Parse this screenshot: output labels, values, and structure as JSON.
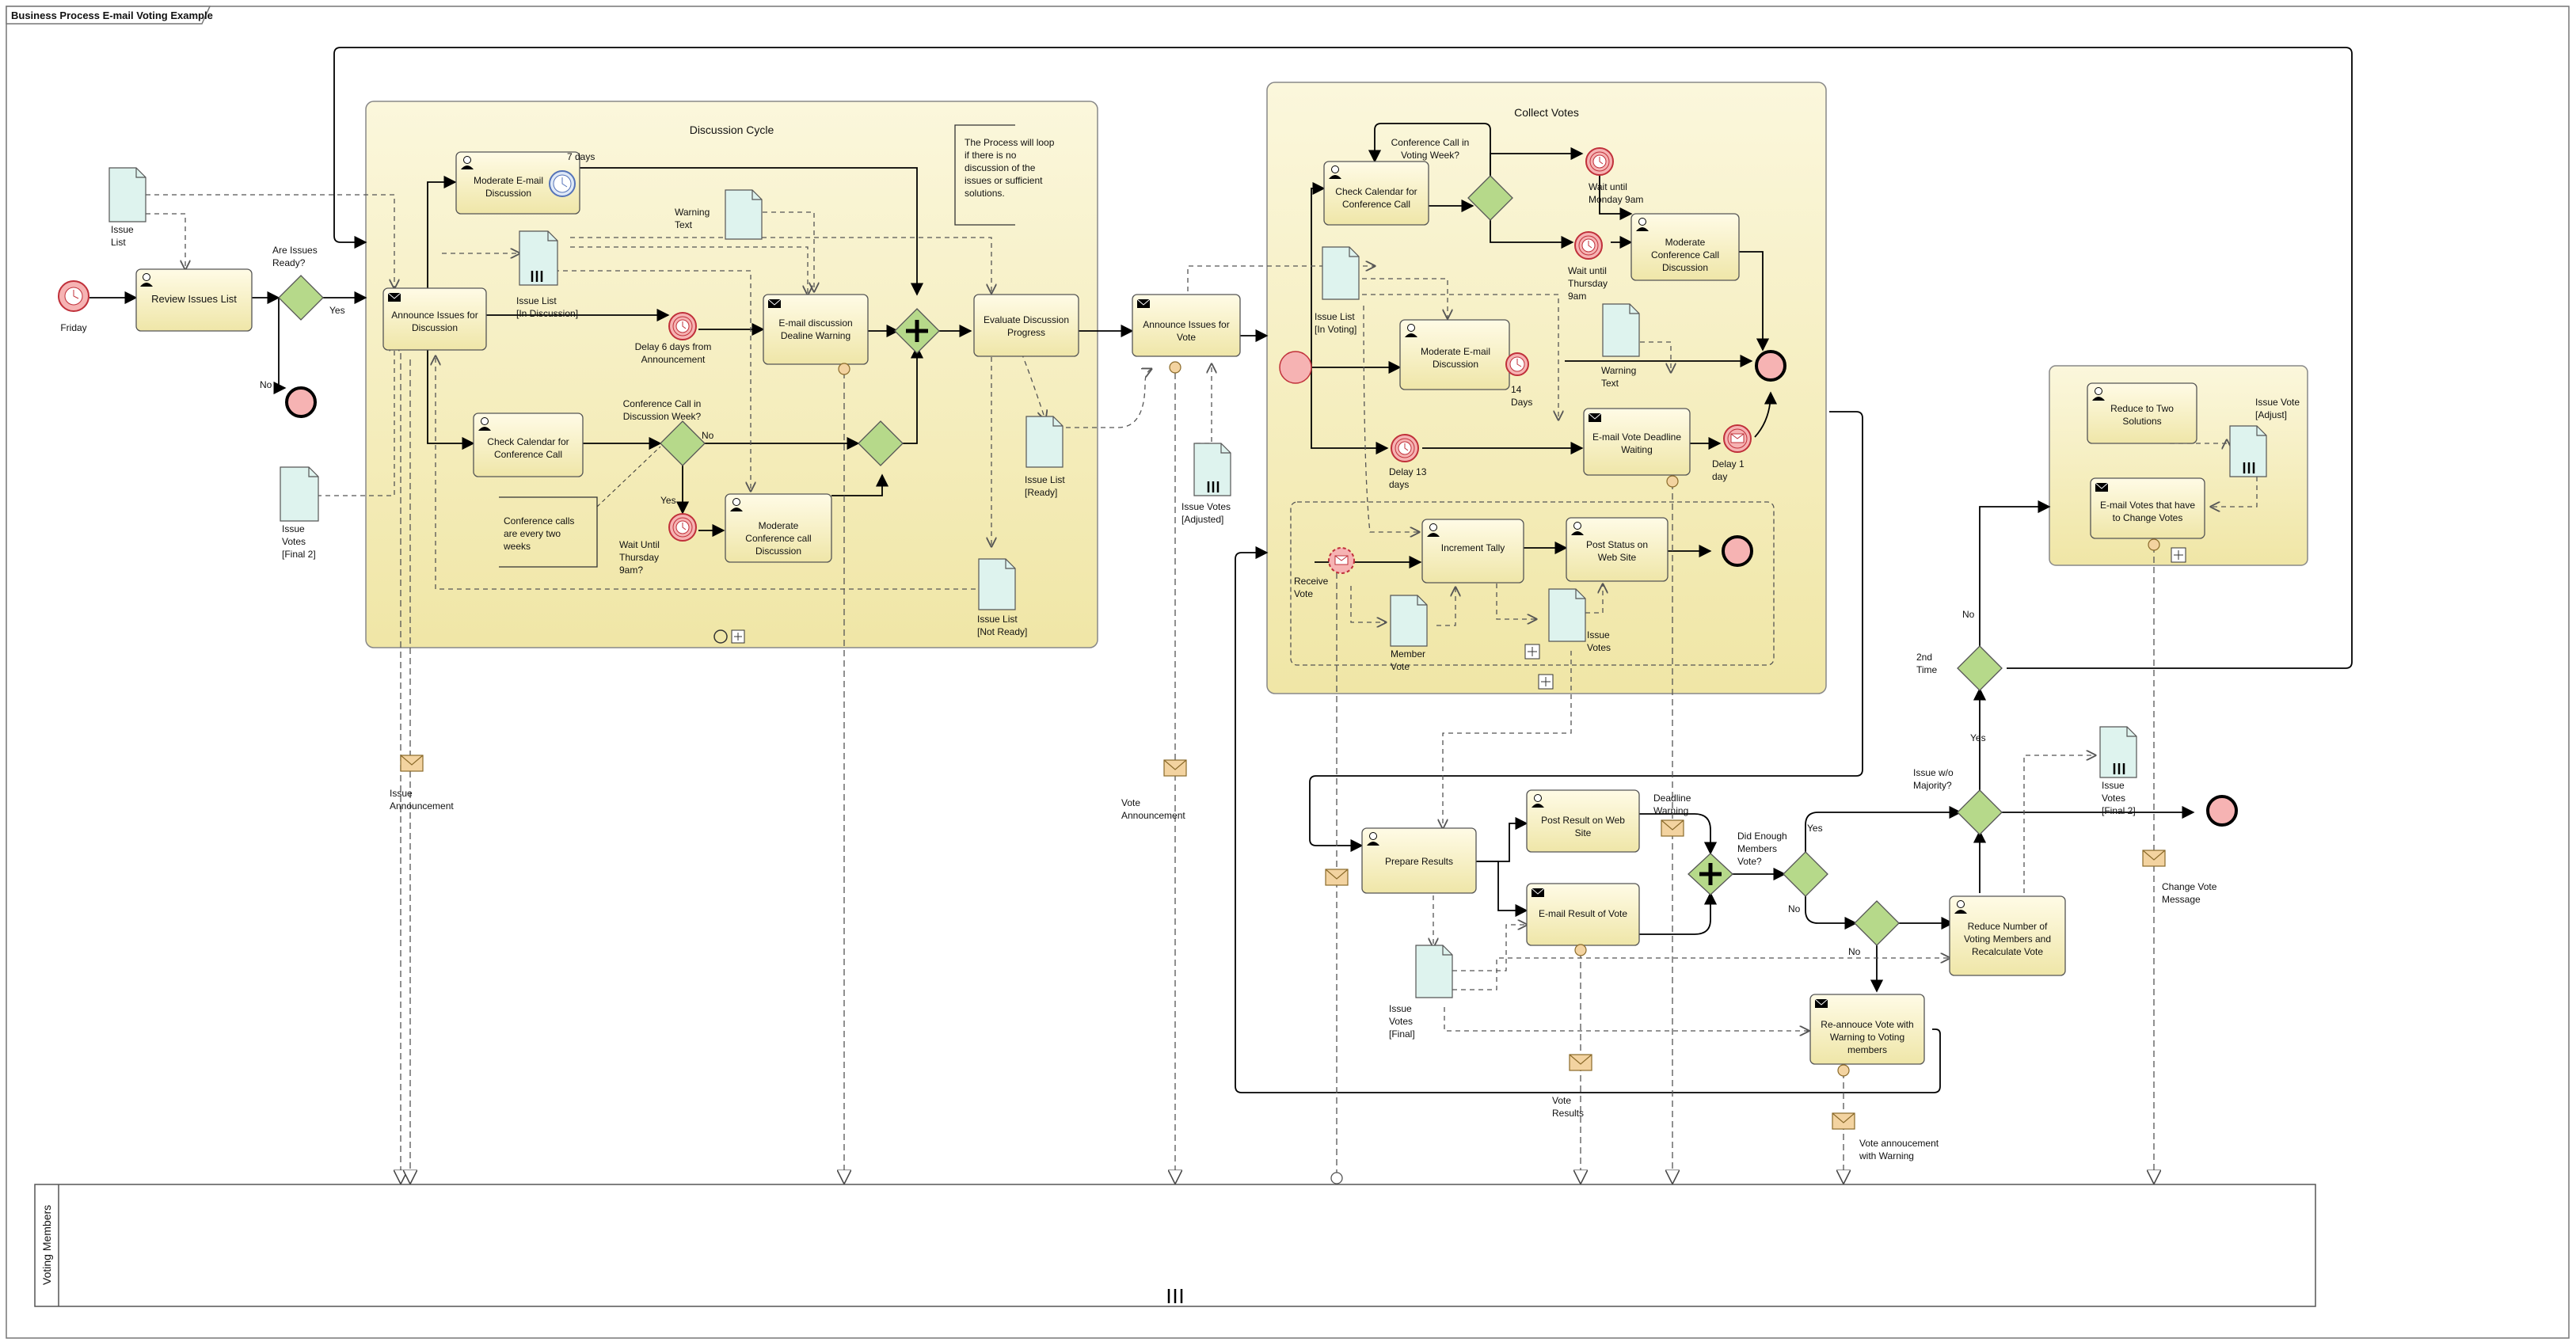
{
  "title": "Business Process E-mail Voting Example",
  "colors": {
    "task_fill": "#f8f1c4",
    "sub_fill": "#f7f0c6",
    "gateway": "#b6d98a",
    "event": "#f6b3b3",
    "event_stroke": "#c0303a",
    "data_obj": "#def3ee",
    "message": "#f3d3a0"
  },
  "subprocesses": {
    "discussion": "Discussion Cycle",
    "collect": "Collect Votes"
  },
  "tasks": {
    "review": "Review Issues List",
    "announce_discussion": "Announce Issues for Discussion",
    "moderate_email": "Moderate E-mail Discussion",
    "email_deadline": "E-mail discussion Dealine Warning",
    "check_cal_1": "Check Calendar for Conference Call",
    "moderate_call_1": "Moderate Conference call Discussion",
    "evaluate": "Evaluate Discussion Progress",
    "announce_vote": "Announce Issues for Vote",
    "check_cal_2": "Check Calendar for Conference Call",
    "moderate_call_2": "Moderate Conference Call Discussion",
    "moderate_email_2": "Moderate E-mail Discussion",
    "email_vote_deadline": "E-mail Vote Deadline Waiting",
    "increment": "Increment Tally",
    "post_status": "Post Status on Web Site",
    "reduce_two": "Reduce to Two Solutions",
    "email_change": "E-mail Votes that have to Change Votes",
    "prepare": "Prepare Results",
    "post_result": "Post Result on Web Site",
    "email_result": "E-mail Result of Vote",
    "reduce_members": "Reduce Number of Voting Members and Recalculate Vote",
    "reannounce": "Re-annouce Vote with Warning to Voting members"
  },
  "data_objects": {
    "issue_list": "Issue List",
    "issue_list_discussion": "Issue List [In Discussion]",
    "issue_votes_final2a": "Issue Votes [Final 2]",
    "warning_text_1": "Warning Text",
    "issue_list_ready": "Issue List [Ready]",
    "issue_list_notready": "Issue List [Not Ready]",
    "issue_votes_adjusted": "Issue Votes [Adjusted]",
    "issue_list_voting": "Issue List [In Voting]",
    "warning_text_2": "Warning Text",
    "member_vote": "Member Vote",
    "issue_votes": "Issue Votes",
    "issue_vote_adjust": "Issue Vote [Adjust]",
    "issue_votes_final2b": "Issue Votes [Final 2]",
    "issue_votes_final": "Issue Votes [Final]"
  },
  "labels": {
    "friday": "Friday",
    "are_ready": "Are Issues Ready?",
    "yes": "Yes",
    "no": "No",
    "seven_days": "7 days",
    "delay6": "Delay 6 days from Announcement",
    "conf_q1": "Conference Call in Discussion Week?",
    "wait_thu_1": "Wait Until Thursday 9am?",
    "conf_note": "Conference calls are every two weeks",
    "loop_note": "The Process will loop if there is no discussion of the issues or sufficient solutions.",
    "conf_q2": "Conference Call in Voting Week?",
    "wait_mon": "Wait until Monday 9am",
    "wait_thu_2": "Wait until Thursday 9am",
    "fourteen_days": "14 Days",
    "delay13": "Delay 13 days",
    "delay1": "Delay 1 day",
    "receive_vote": "Receive Vote",
    "second_time": "2nd Time",
    "majority_q": "Issue w/o Majority?",
    "enough_q": "Did Enough Members Vote?",
    "issue_announcement": "Issue Announcement",
    "vote_announcement": "Vote Announcement",
    "deadline_warning": "Deadline Warning",
    "vote_results": "Vote Results",
    "vote_ann_warning": "Vote annoucement with Warning",
    "change_vote_msg": "Change Vote Message",
    "pool": "Voting Members"
  }
}
